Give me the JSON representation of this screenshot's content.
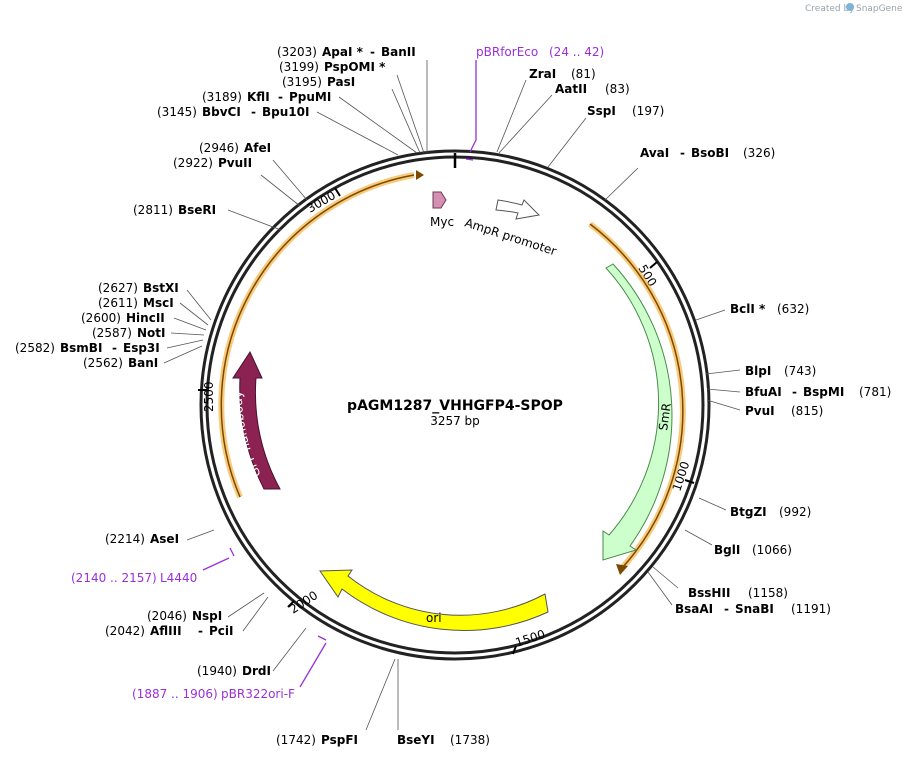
{
  "app": {
    "credit": "Created by",
    "brand": "SnapGene"
  },
  "plasmid": {
    "name": "pAGM1287_VHHGFP4-SPOP",
    "length_text": "3257 bp",
    "length": 3257
  },
  "colors": {
    "primer": "#9b30d9",
    "backbone": "#222222",
    "smr": "#ccffcc",
    "gfp": "#8b2252",
    "ori": "#ffff00",
    "myc": "#d58fb3",
    "orange_band": "#f5a623"
  },
  "enzymes_left": [
    {
      "pos": "(3203)",
      "name": "ApaI *",
      "extra": "BanII"
    },
    {
      "pos": "(3199)",
      "name": "PspOMI *",
      "extra": ""
    },
    {
      "pos": "(3195)",
      "name": "PasI",
      "extra": ""
    },
    {
      "pos": "(3189)",
      "name": "KflI",
      "extra": "PpuMI"
    },
    {
      "pos": "(3145)",
      "name": "BbvCI",
      "extra": "Bpu10I"
    },
    {
      "pos": "(2946)",
      "name": "AfeI",
      "extra": ""
    },
    {
      "pos": "(2922)",
      "name": "PvuII",
      "extra": ""
    },
    {
      "pos": "(2811)",
      "name": "BseRI",
      "extra": ""
    },
    {
      "pos": "(2627)",
      "name": "BstXI",
      "extra": ""
    },
    {
      "pos": "(2611)",
      "name": "MscI",
      "extra": ""
    },
    {
      "pos": "(2600)",
      "name": "HincII",
      "extra": ""
    },
    {
      "pos": "(2587)",
      "name": "NotI",
      "extra": ""
    },
    {
      "pos": "(2582)",
      "name": "BsmBI",
      "extra": "Esp3I"
    },
    {
      "pos": "(2562)",
      "name": "BanI",
      "extra": ""
    },
    {
      "pos": "(2214)",
      "name": "AseI",
      "extra": ""
    },
    {
      "pos": "(2046)",
      "name": "NspI",
      "extra": ""
    },
    {
      "pos": "(2042)",
      "name": "AflIII",
      "extra": "PciI"
    },
    {
      "pos": "(1940)",
      "name": "DrdI",
      "extra": ""
    },
    {
      "pos": "(1742)",
      "name": "PspFI",
      "extra": ""
    }
  ],
  "enzymes_right": [
    {
      "name": "ZraI",
      "pos": "(81)",
      "extra": ""
    },
    {
      "name": "AatII",
      "pos": "(83)",
      "extra": ""
    },
    {
      "name": "SspI",
      "pos": "(197)",
      "extra": ""
    },
    {
      "name": "AvaI",
      "pos": "(326)",
      "extra": "BsoBI"
    },
    {
      "name": "BclI *",
      "pos": "(632)",
      "extra": ""
    },
    {
      "name": "BlpI",
      "pos": "(743)",
      "extra": ""
    },
    {
      "name": "BfuAI",
      "pos": "(781)",
      "extra": "BspMI"
    },
    {
      "name": "PvuI",
      "pos": "(815)",
      "extra": ""
    },
    {
      "name": "BtgZI",
      "pos": "(992)",
      "extra": ""
    },
    {
      "name": "BglI",
      "pos": "(1066)",
      "extra": ""
    },
    {
      "name": "BssHII",
      "pos": "(1158)",
      "extra": ""
    },
    {
      "name": "BsaAI",
      "pos": "(1191)",
      "extra": "SnaBI"
    },
    {
      "name": "BseYI",
      "pos": "(1738)",
      "extra": ""
    }
  ],
  "primers": [
    {
      "name": "pBRforEco",
      "range": "(24 .. 42)"
    },
    {
      "name": "L4440",
      "range": "(2140 .. 2157)"
    },
    {
      "name": "pBR322ori-F",
      "range": "(1887 .. 1906)"
    }
  ],
  "features": {
    "myc": "Myc",
    "ampr_promoter": "AmpR promoter",
    "smr": "SmR",
    "gfp": "GFP nanobody",
    "ori": "ori"
  },
  "ticks": [
    "500",
    "1000",
    "1500",
    "2000",
    "2500",
    "3000"
  ]
}
